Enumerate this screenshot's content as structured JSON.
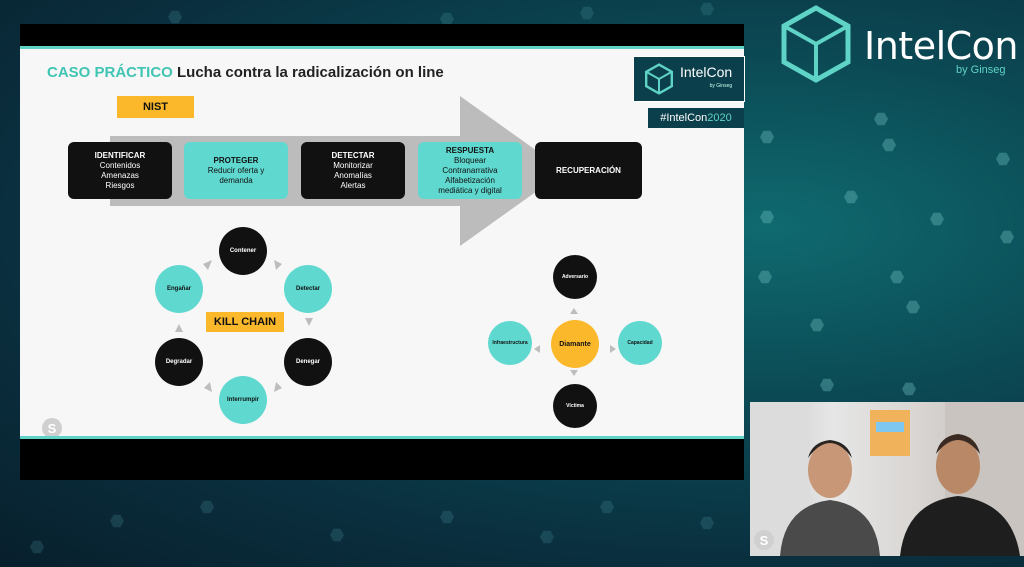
{
  "slide": {
    "title_accent": "CASO PRÁCTICO",
    "title_main": "Lucha contra la radicalización on line",
    "nist_label": "NIST",
    "nist_steps": [
      {
        "head": "IDENTIFICAR",
        "lines": [
          "Contenidos",
          "Amenazas",
          "Riesgos"
        ]
      },
      {
        "head": "PROTEGER",
        "lines": [
          "Reducir oferta y",
          "demanda"
        ]
      },
      {
        "head": "DETECTAR",
        "lines": [
          "Monitorizar",
          "Anomalías",
          "Alertas"
        ]
      },
      {
        "head": "RESPUESTA",
        "lines": [
          "Bloquear",
          "Contranarrativa",
          "Alfabetización",
          "mediática y digital"
        ]
      },
      {
        "head": "RECUPERACIÓN",
        "lines": []
      }
    ],
    "kill_chain_label": "KILL CHAIN",
    "kill_chain": [
      "Contener",
      "Detectar",
      "Denegar",
      "Interrumpir",
      "Degradar",
      "Engañar"
    ],
    "diamond": {
      "center": "Diamante",
      "top": "Adversario",
      "right": "Capacidad",
      "bottom": "Víctima",
      "left": "Infraestructura"
    },
    "logo": {
      "name": "IntelCon",
      "by": "by Ginseg"
    },
    "hashtag": "#IntelCon",
    "hashtag_year": "2020"
  },
  "brand": {
    "name": "IntelCon",
    "by": "by Ginseg"
  },
  "colors": {
    "teal": "#5fd8cf",
    "gold": "#fbb82b",
    "black": "#111111",
    "accent": "#40c4b4"
  }
}
